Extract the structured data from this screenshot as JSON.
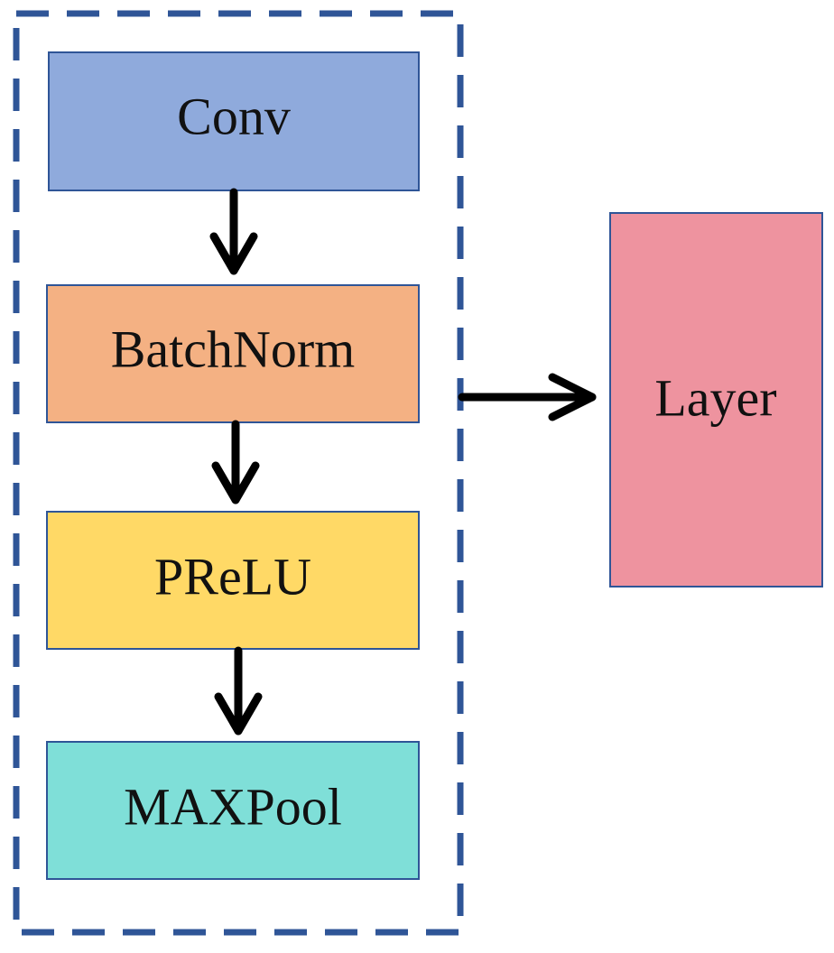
{
  "blocks": [
    {
      "id": "conv",
      "label": "Conv",
      "color": "#8faadc"
    },
    {
      "id": "batchnorm",
      "label": "BatchNorm",
      "color": "#f4b183"
    },
    {
      "id": "prelu",
      "label": "PReLU",
      "color": "#ffd966"
    },
    {
      "id": "maxpool",
      "label": "MAXPool",
      "color": "#7fdfd8"
    }
  ],
  "layer": {
    "label": "Layer",
    "color": "#ee939f"
  },
  "colors": {
    "dashed_border": "#2f5597",
    "block_border": "#2f5597",
    "arrow": "#000000"
  }
}
